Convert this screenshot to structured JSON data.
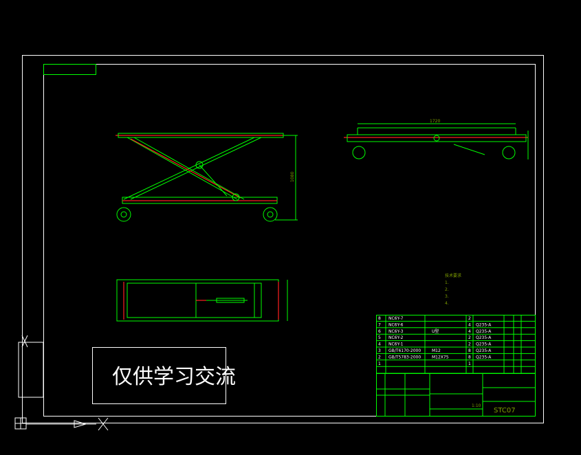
{
  "colors": {
    "background": "#000000",
    "frame": "#ffffff",
    "outline": "#00ff00",
    "centerline": "#ff2020",
    "annotation": "#7fa000"
  },
  "watermark": "仅供学习交流",
  "notes": {
    "title": "技术要求",
    "items": [
      "1.",
      "2.",
      "3.",
      "4."
    ]
  },
  "dimensions": {
    "top_width": "1720",
    "side_height": "1080"
  },
  "bom": {
    "rows": [
      {
        "no": "8",
        "code": "NC6Y-7",
        "name": "",
        "qty": "2",
        "material": ""
      },
      {
        "no": "7",
        "code": "NC6Y-6",
        "name": "",
        "qty": "4",
        "material": "Q235-A"
      },
      {
        "no": "6",
        "code": "NC6Y-3",
        "name": "U型",
        "qty": "4",
        "material": "Q235-A"
      },
      {
        "no": "5",
        "code": "NC6Y-2",
        "name": "",
        "qty": "2",
        "material": "Q235-A"
      },
      {
        "no": "4",
        "code": "NC6Y-1",
        "name": "",
        "qty": "2",
        "material": "Q235-A"
      },
      {
        "no": "3",
        "code": "GB/T6170-2000",
        "name": "M12",
        "qty": "8",
        "material": "Q235-A"
      },
      {
        "no": "2",
        "code": "GB/T5783-2000",
        "name": "M12X75",
        "qty": "8",
        "material": "Q235-A"
      },
      {
        "no": "1",
        "code": "",
        "name": "",
        "qty": "1",
        "material": ""
      }
    ]
  },
  "title_block": {
    "scale": "1:10",
    "drawing_no": "STC07"
  }
}
